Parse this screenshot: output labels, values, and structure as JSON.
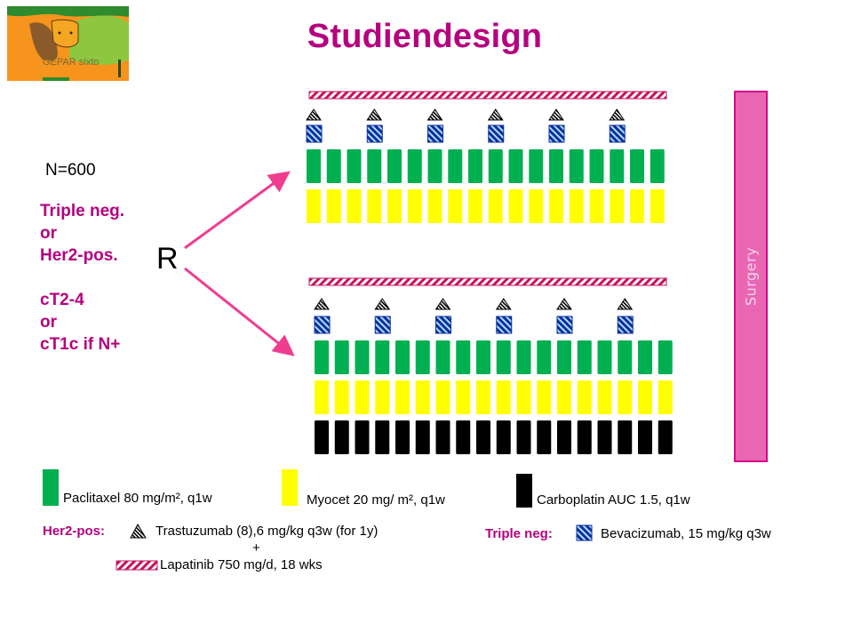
{
  "title": "Studiendesign",
  "logo": {
    "icon": "cheetah-logo",
    "text": "GEPAR sixto"
  },
  "left": {
    "n": "N=600",
    "criteria_1": [
      "Triple neg.",
      "or",
      "Her2-pos."
    ],
    "criteria_2": [
      "cT2-4",
      "or",
      "cT1c if N+"
    ]
  },
  "randomization_label": "R",
  "arms": [
    {
      "name": "arm-a",
      "lapatinib_bar": true,
      "trastuzumab_doses": 6,
      "bevacizumab_doses": 6,
      "rows": [
        {
          "drug": "Paclitaxel",
          "color": "#00b050",
          "weeks": 18
        },
        {
          "drug": "Myocet",
          "color": "#ffff00",
          "weeks": 18
        }
      ]
    },
    {
      "name": "arm-b",
      "lapatinib_bar": true,
      "trastuzumab_doses": 6,
      "bevacizumab_doses": 6,
      "rows": [
        {
          "drug": "Paclitaxel",
          "color": "#00b050",
          "weeks": 18
        },
        {
          "drug": "Myocet",
          "color": "#ffff00",
          "weeks": 18
        },
        {
          "drug": "Carboplatin",
          "color": "#000000",
          "weeks": 18
        }
      ]
    }
  ],
  "surgery_label": "Surgery",
  "legend": {
    "paclitaxel": "Paclitaxel 80 mg/m², q1w",
    "myocet": "Myocet 20 mg/ m², q1w",
    "carboplatin": "Carboplatin  AUC 1.5, q1w",
    "her2_head": "Her2-pos:",
    "trastuzumab": "Trastuzumab (8),6 mg/kg q3w (for 1y)",
    "plus": "+",
    "lapatinib": "Lapatinib 750 mg/d, 18 wks",
    "tn_head": "Triple neg:",
    "bevacizumab": "Bevacizumab, 15 mg/kg q3w"
  },
  "colors": {
    "accent": "#b5007f",
    "arrow": "#ef3d8f",
    "surgery_fill": "#e966b3",
    "lapatinib_stripe": "#c4155e",
    "bevacizumab_blue": "#0d2f9e",
    "bevacizumab_stripe": "#aee0ff"
  }
}
